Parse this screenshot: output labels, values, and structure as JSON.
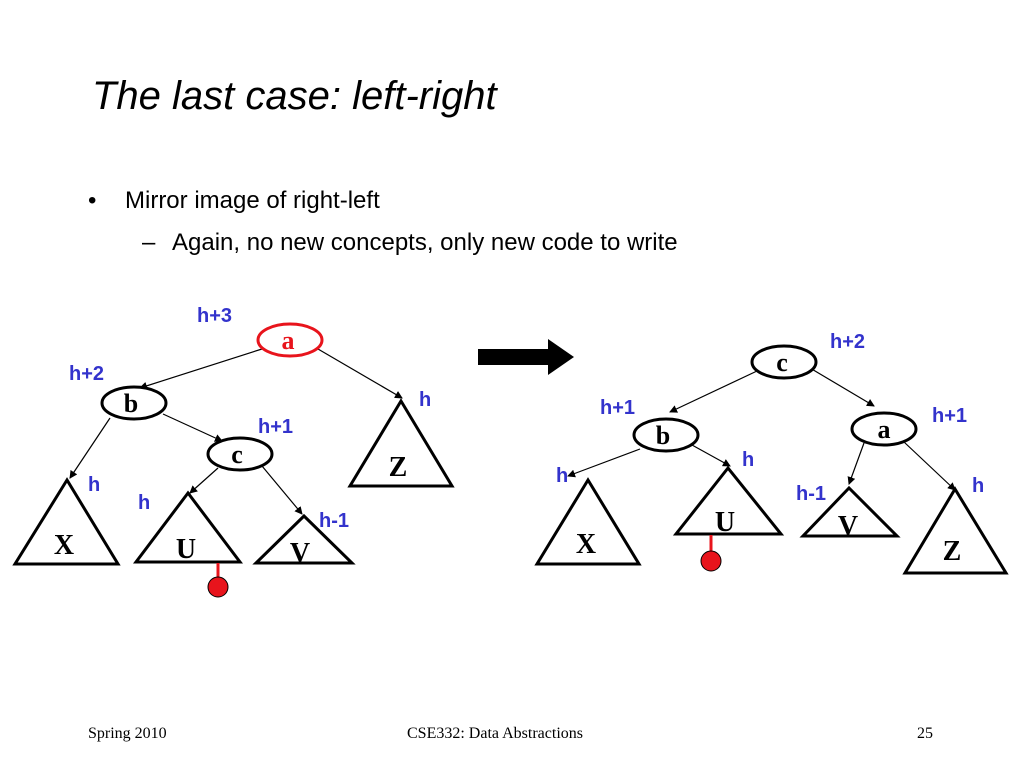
{
  "slide": {
    "title": "The last case: left-right",
    "bullets": [
      {
        "marker": "•",
        "text": "Mirror image of right-left"
      },
      {
        "marker": "–",
        "text": "Again, no new concepts, only new code to write"
      }
    ]
  },
  "diagram": {
    "before": {
      "nodes": {
        "a": "a",
        "b": "b",
        "c": "c"
      },
      "subtrees": {
        "X": "X",
        "U": "U",
        "V": "V",
        "Z": "Z"
      },
      "heights": {
        "a": "h+3",
        "b": "h+2",
        "c": "h+1",
        "Z": "h",
        "X": "h",
        "U": "h",
        "V": "h-1"
      }
    },
    "after": {
      "nodes": {
        "c": "c",
        "b": "b",
        "a": "a"
      },
      "subtrees": {
        "X": "X",
        "U": "U",
        "V": "V",
        "Z": "Z"
      },
      "heights": {
        "c": "h+2",
        "b": "h+1",
        "a": "h+1",
        "X": "h",
        "U": "h",
        "V": "h-1",
        "Z": "h"
      }
    }
  },
  "colors": {
    "height_label": "#3333cc",
    "highlight": "#e8141c",
    "ink": "#000000"
  },
  "footer": {
    "left": "Spring 2010",
    "center": "CSE332: Data Abstractions",
    "page": "25"
  }
}
